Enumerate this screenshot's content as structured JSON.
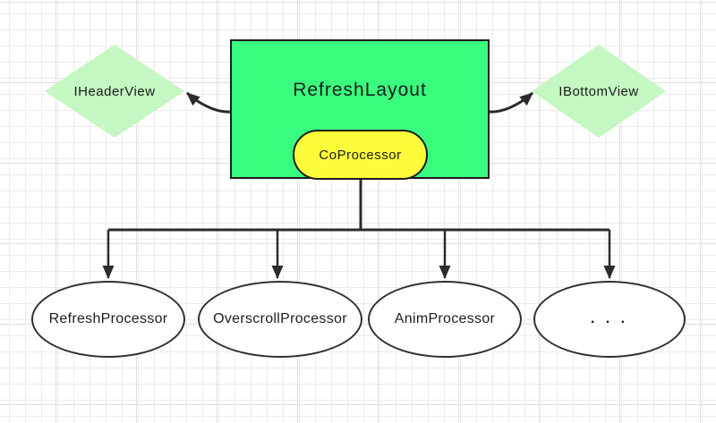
{
  "diagram": {
    "root": {
      "label": "RefreshLayout"
    },
    "coprocessor": {
      "label": "CoProcessor"
    },
    "interfaces": [
      {
        "label": "IHeaderView"
      },
      {
        "label": "IBottomView"
      }
    ],
    "processors": [
      {
        "label": "RefreshProcessor"
      },
      {
        "label": "OverscrollProcessor"
      },
      {
        "label": "AnimProcessor"
      },
      {
        "label": ". . ."
      }
    ],
    "colors": {
      "root_fill": "#39fc7f",
      "coprocessor_fill": "#fcfc3b",
      "interface_fill": "#c4f7c1",
      "processor_fill": "#ffffff",
      "line": "#2b2b2b",
      "border": "#1c1c1c",
      "text": "#1d1d1d",
      "background": "#ffffff",
      "grid_minor": "#ececec",
      "grid_major": "#dfdfdf"
    }
  }
}
